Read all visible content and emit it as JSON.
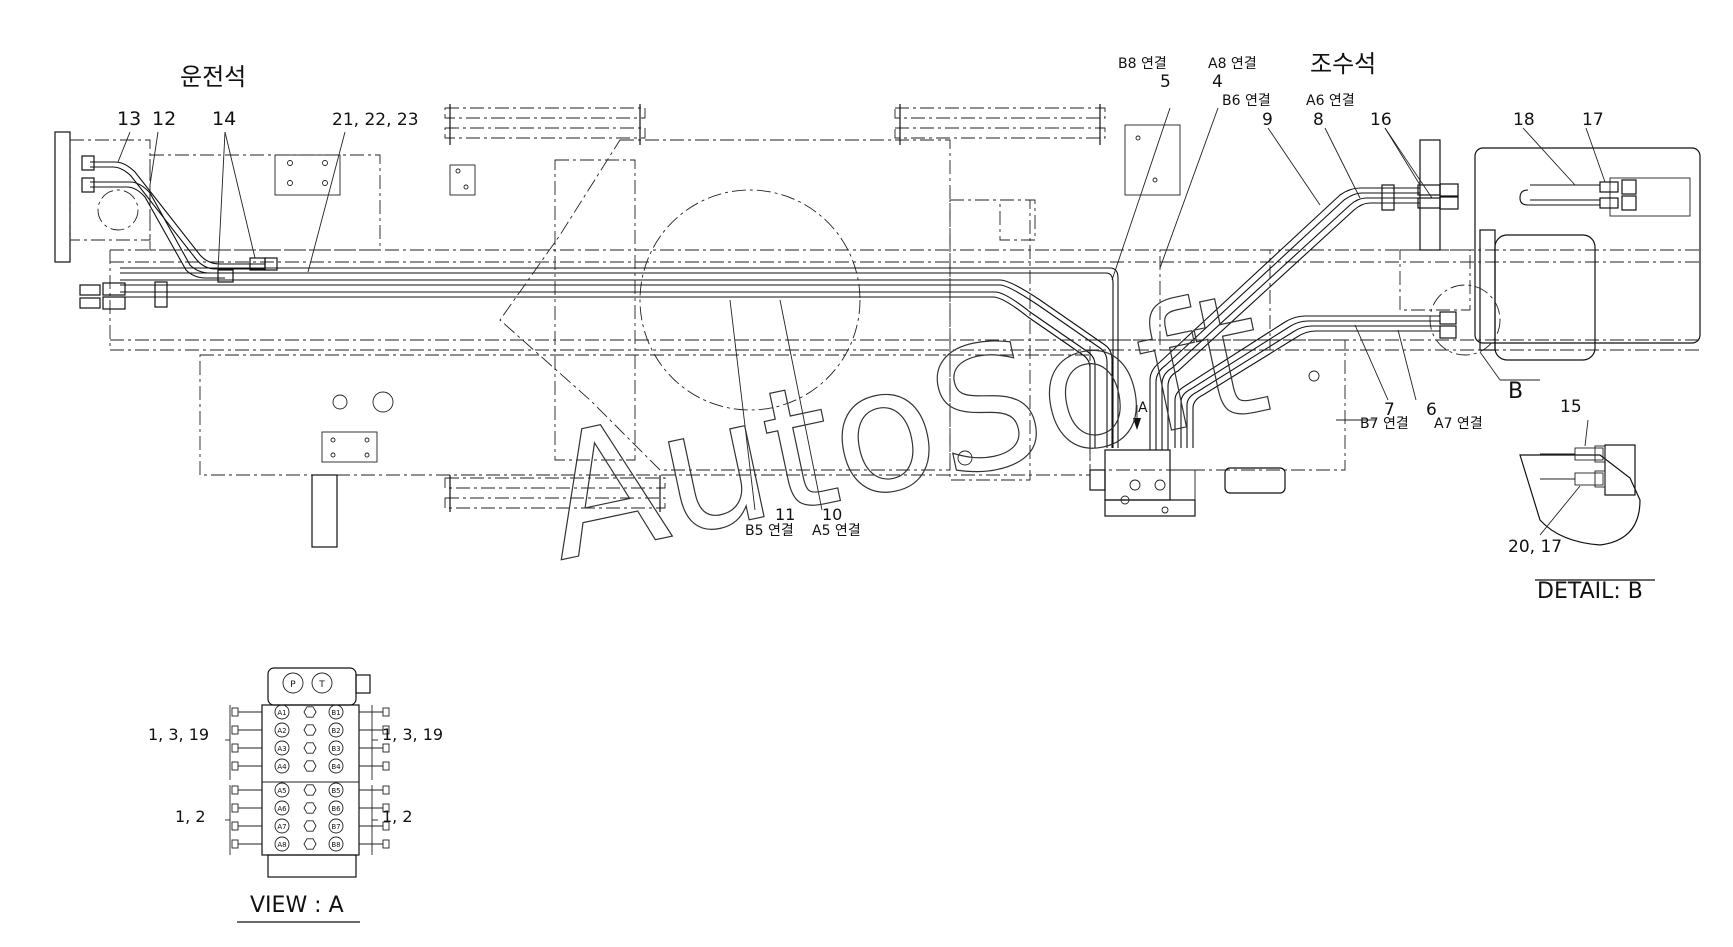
{
  "title_cabin_left": "운전석",
  "title_cabin_right": "조수석",
  "labels": {
    "l13": "13",
    "l12": "12",
    "l14": "14",
    "l21_22_23": "21, 22, 23",
    "lB8": "B8 연결",
    "l5": "5",
    "lA8": "A8 연결",
    "l4": "4",
    "lB6": "B6 연결",
    "l9": "9",
    "lA6": "A6 연결",
    "l8": "8",
    "l16": "16",
    "l18": "18",
    "l17": "17",
    "l7": "7",
    "lB7": "B7 연결",
    "l6": "6",
    "lA7": "A7 연결",
    "lB": "B",
    "l15": "15",
    "l20_17": "20, 17",
    "l11": "11",
    "l10": "10",
    "lB5": "B5 연결",
    "lA5": "A5 연결",
    "lA": "A",
    "view_l1": "1, 3, 19",
    "view_r1": "1, 3, 19",
    "view_l2": "1, 2",
    "view_r2": "1, 2"
  },
  "view_ports": {
    "left": [
      "A1",
      "A2",
      "A3",
      "A4",
      "A5",
      "A6",
      "A7",
      "A8"
    ],
    "right": [
      "B1",
      "B2",
      "B3",
      "B4",
      "B5",
      "B6",
      "B7",
      "B8"
    ],
    "top": [
      "P",
      "T"
    ]
  },
  "detail_title": "DETAIL: B",
  "view_title": "VIEW : A",
  "watermark": "AutoSoft"
}
